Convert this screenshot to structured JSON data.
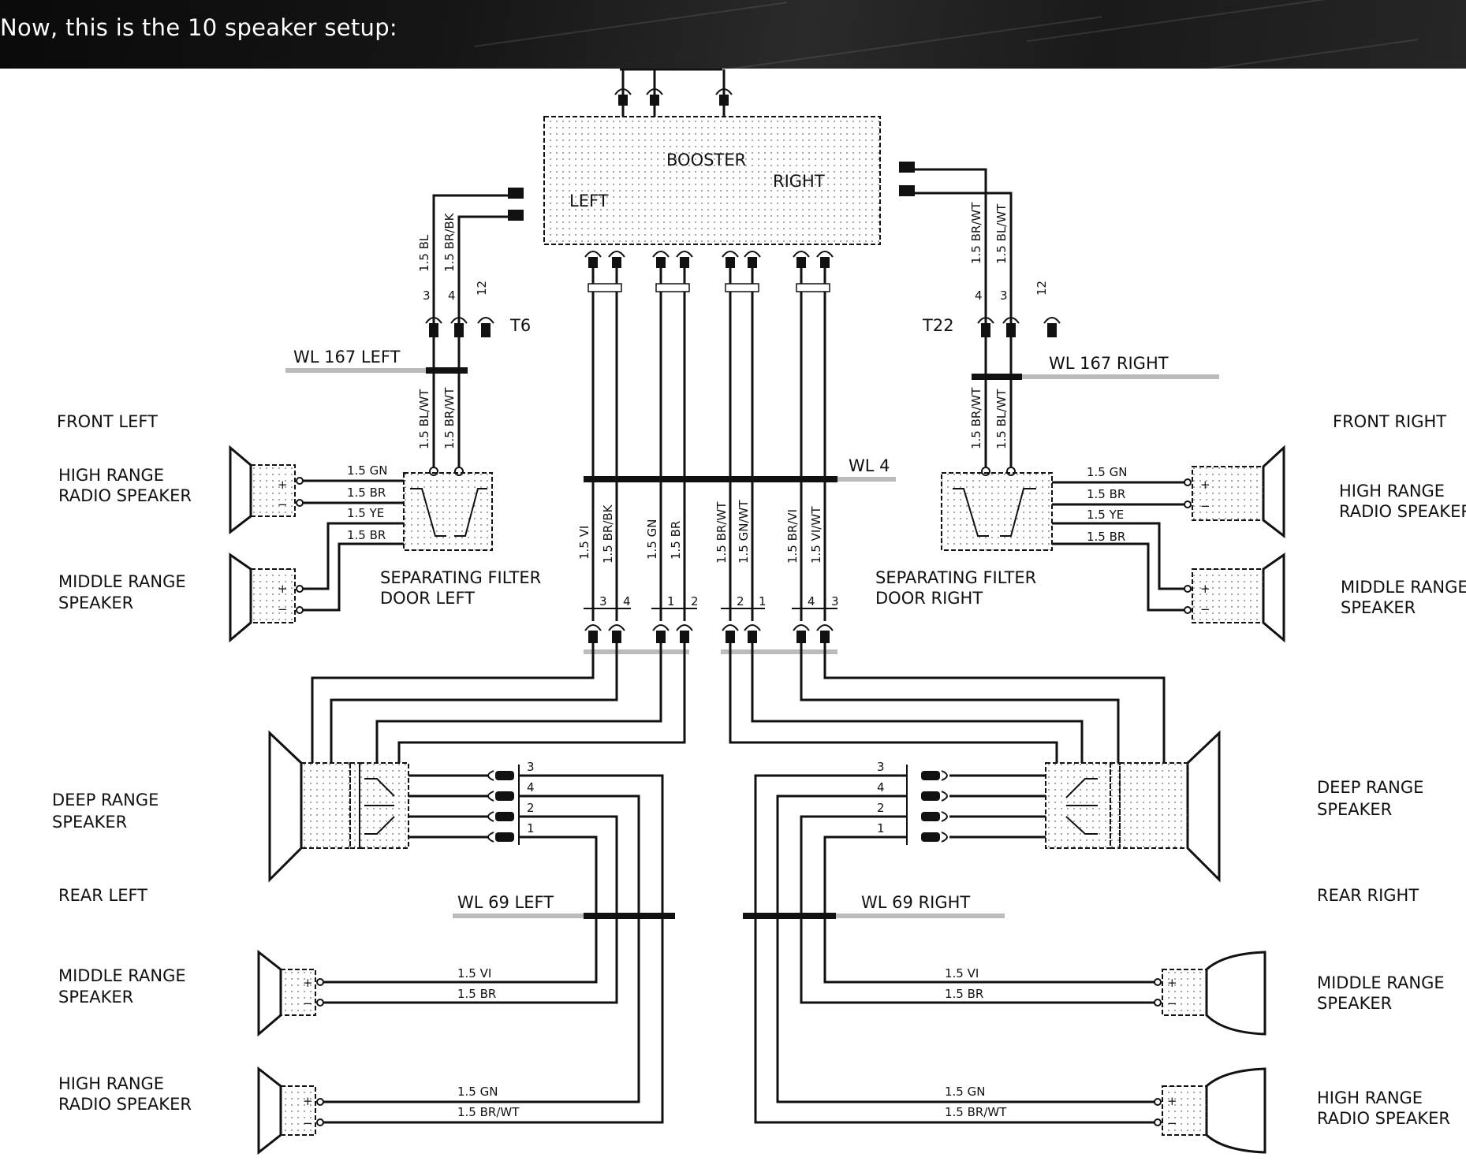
{
  "header": {
    "caption": "Now, this is the 10 speaker setup:"
  },
  "diagram": {
    "booster": {
      "title": "BOOSTER",
      "left": "LEFT",
      "right": "RIGHT"
    },
    "connectors": {
      "left": "T6",
      "right": "T22",
      "t12": "12"
    },
    "harnesses": {
      "wl167_left": "WL 167 LEFT",
      "wl167_right": "WL 167 RIGHT",
      "wl4": "WL 4",
      "wl69_left": "WL 69 LEFT",
      "wl69_right": "WL 69 RIGHT"
    },
    "sections": {
      "front_left": "FRONT LEFT",
      "front_right": "FRONT RIGHT",
      "rear_left": "REAR LEFT",
      "rear_right": "REAR RIGHT"
    },
    "speakers": {
      "high_range_line1": "HIGH RANGE",
      "high_range_line2": "RADIO SPEAKER",
      "middle_range_line1": "MIDDLE RANGE",
      "middle_range_line2": "SPEAKER",
      "deep_range_line1": "DEEP RANGE",
      "deep_range_line2": "SPEAKER"
    },
    "filters": {
      "left_line1": "SEPARATING FILTER",
      "left_line2": "DOOR LEFT",
      "right_line1": "SEPARATING FILTER",
      "right_line2": "DOOR RIGHT"
    },
    "wire_labels": {
      "bl": "1.5 BL",
      "br_bk": "1.5 BR/BK",
      "br_wt": "1.5 BR/WT",
      "bl_wt": "1.5 BL/WT",
      "gn": "1.5 GN",
      "br": "1.5 BR",
      "ye": "1.5 YE",
      "vi": "1.5 VI",
      "gn_wt": "1.5 GN/WT",
      "br_vi": "1.5 BR/VI",
      "vi_wt": "1.5 VI/WT"
    },
    "pins": {
      "p1": "1",
      "p2": "2",
      "p3": "3",
      "p4": "4",
      "plus": "+",
      "minus": "−"
    }
  }
}
